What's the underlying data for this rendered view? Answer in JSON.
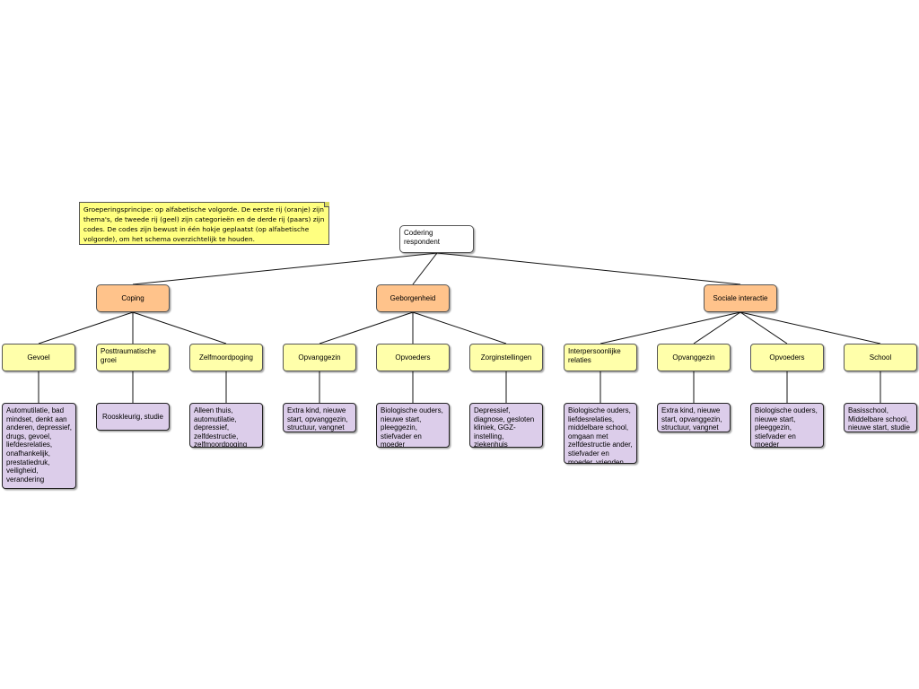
{
  "note": {
    "text": "Groeperingsprincipe: op alfabetische volgorde. De eerste rij (oranje) zijn thema's, de tweede rij (geel) zijn categorieën en de derde rij (paars) zijn codes. De codes zijn bewust in één hokje geplaatst (op alfabetische volgorde), om het schema overzichtelijk te houden."
  },
  "colors": {
    "theme": "#ffc38b",
    "category": "#ffffaa",
    "code": "#dccdea",
    "note": "#ffff80"
  },
  "diagram": {
    "root": "Codering respondent",
    "themes": [
      {
        "label": "Coping",
        "categories": [
          {
            "label": "Gevoel",
            "codes": "Automutilatie, bad mindset, denkt aan anderen, depressief, drugs, gevoel, liefdesrelaties, onafhankelijk, prestatiedruk, veiligheid, verandering"
          },
          {
            "label": "Posttraumatische groei",
            "codes": "Rooskleurig, studie"
          },
          {
            "label": "Zelfmoordpoging",
            "codes": "Alleen thuis, automutilatie, depressief, zelfdestructie, zelfmoordpoging"
          }
        ]
      },
      {
        "label": "Geborgenheid",
        "categories": [
          {
            "label": "Opvanggezin",
            "codes": "Extra kind, nieuwe start, opvanggezin, structuur, vangnet"
          },
          {
            "label": "Opvoeders",
            "codes": "Biologische ouders, nieuwe start, pleeggezin, stiefvader en moeder"
          },
          {
            "label": "Zorginstellingen",
            "codes": "Depressief, diagnose, gesloten kliniek, GGZ-instelling, ziekenhuis"
          }
        ]
      },
      {
        "label": "Sociale interactie",
        "categories": [
          {
            "label": "Interpersoonlijke relaties",
            "codes": "Biologische ouders, liefdesrelaties, middelbare school, omgaan met zelfdestructie ander, stiefvader en moeder, vrienden"
          },
          {
            "label": "Opvanggezin",
            "codes": "Extra kind, nieuwe start, opvanggezin, structuur, vangnet"
          },
          {
            "label": "Opvoeders",
            "codes": "Biologische ouders, nieuwe start, pleeggezin, stiefvader en moeder"
          },
          {
            "label": "School",
            "codes": "Basisschool, Middelbare school, nieuwe start, studie"
          }
        ]
      }
    ]
  }
}
